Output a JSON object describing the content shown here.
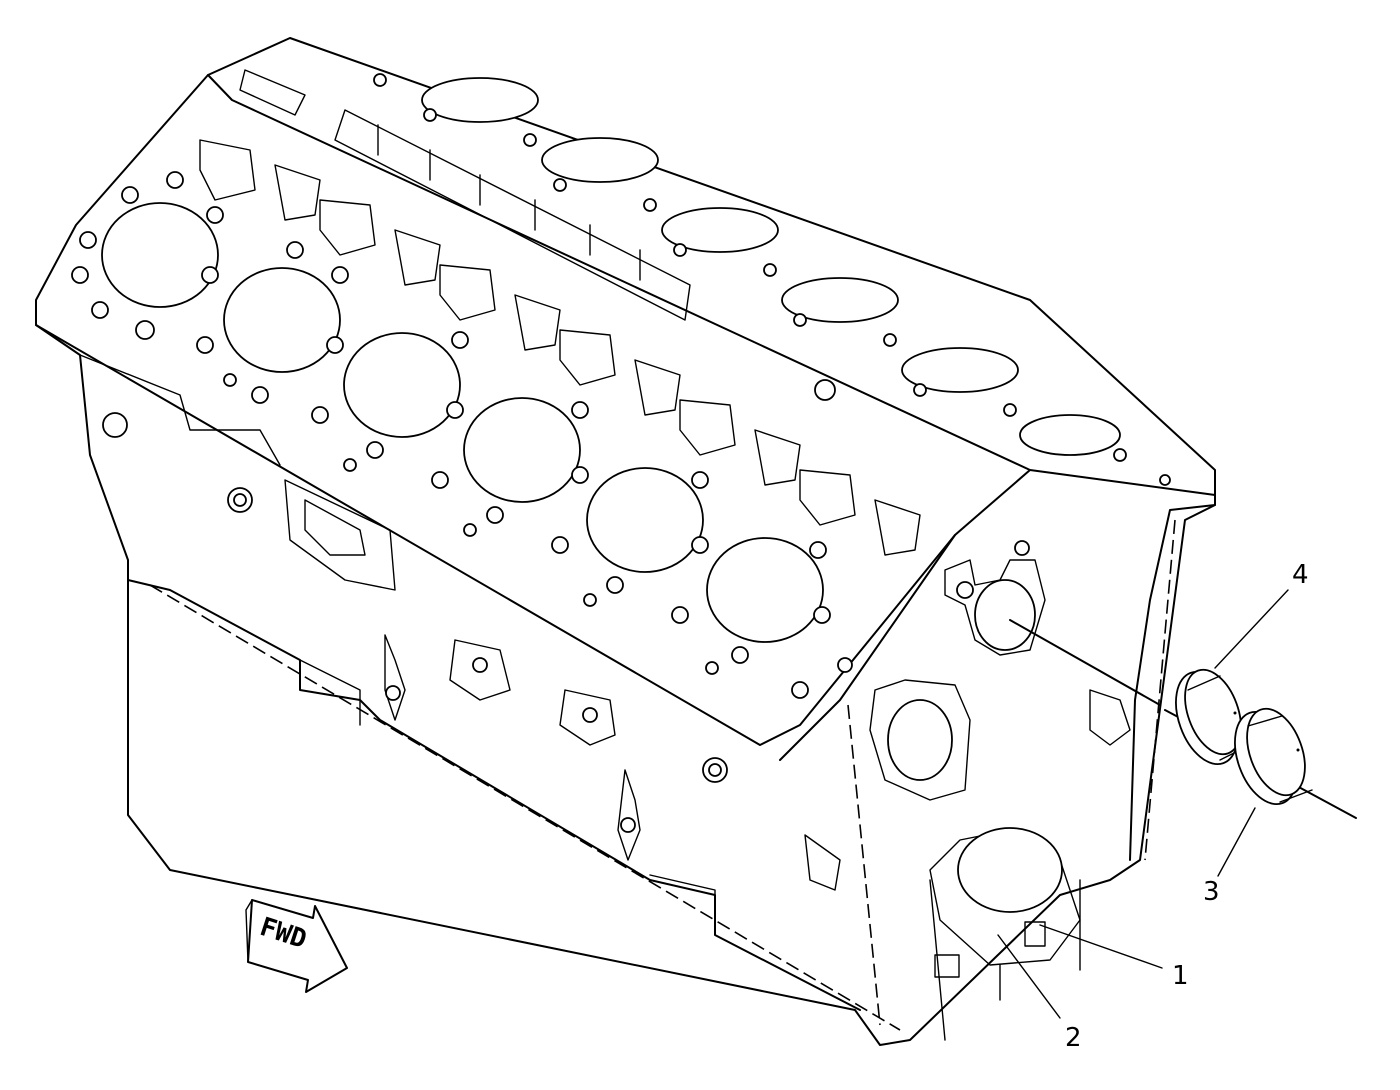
{
  "direction_arrow": {
    "label": "FWD"
  },
  "callouts": [
    {
      "id": "c1",
      "label": "1"
    },
    {
      "id": "c2",
      "label": "2"
    },
    {
      "id": "c3",
      "label": "3"
    },
    {
      "id": "c4",
      "label": "4"
    }
  ]
}
